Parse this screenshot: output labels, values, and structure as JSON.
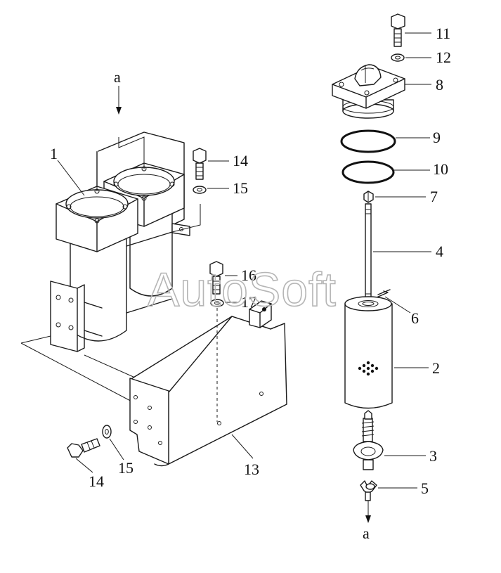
{
  "watermark": "AutoSoft",
  "refs": {
    "a_top": "a",
    "a_bottom": "a"
  },
  "callouts": {
    "p1": "1",
    "p2": "2",
    "p3": "3",
    "p4": "4",
    "p5": "5",
    "p6": "6",
    "p7": "7",
    "p8": "8",
    "p9": "9",
    "p10": "10",
    "p11": "11",
    "p12": "12",
    "p13": "13",
    "p14_top": "14",
    "p15_top": "15",
    "p16": "16",
    "p17": "17",
    "p14_bottom": "14",
    "p15_bottom": "15"
  }
}
